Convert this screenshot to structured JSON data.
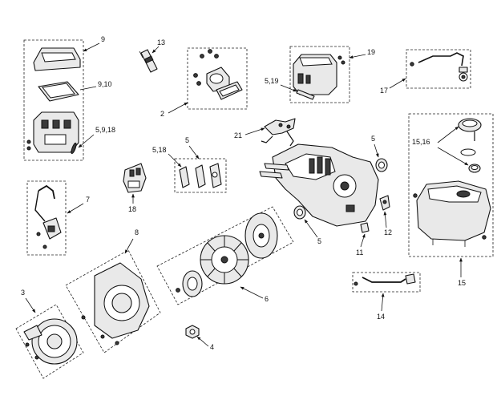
{
  "callouts": {
    "c9": "9",
    "c9_10": "9,10",
    "c5_9_18": "5,9,18",
    "c13": "13",
    "c2": "2",
    "c19": "19",
    "c5_19": "5,19",
    "c17": "17",
    "c21": "21",
    "c15_16": "15,16",
    "c5_18": "5,18",
    "c5a": "5",
    "c5b": "5",
    "c5c": "5",
    "c18": "18",
    "c7": "7",
    "c12": "12",
    "c11": "11",
    "c8": "8",
    "c15": "15",
    "c3": "3",
    "c6": "6",
    "c14": "14",
    "c4": "4"
  }
}
